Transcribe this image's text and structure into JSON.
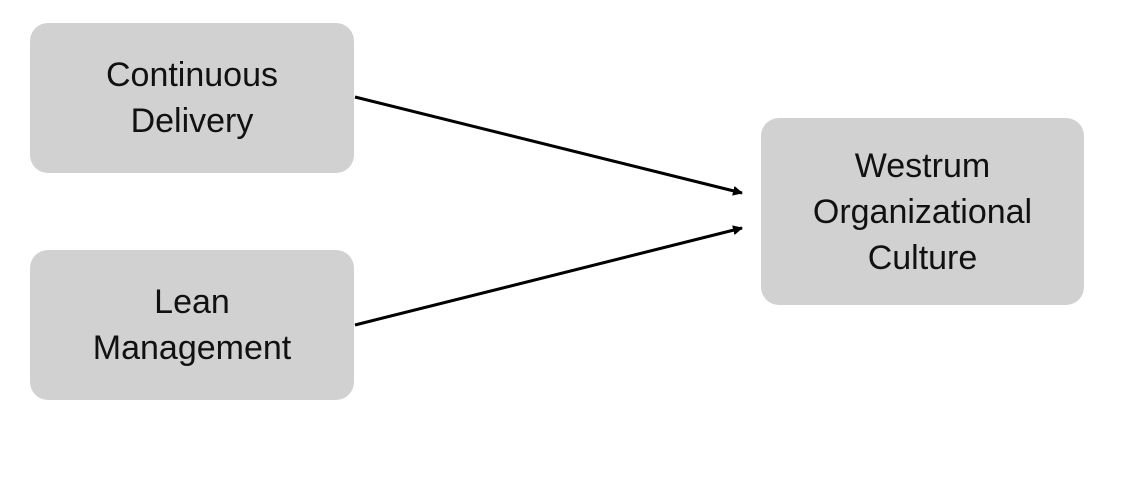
{
  "nodes": {
    "cd": "Continuous\nDelivery",
    "lm": "Lean\nManagement",
    "woc": "Westrum\nOrganizational\nCulture"
  }
}
